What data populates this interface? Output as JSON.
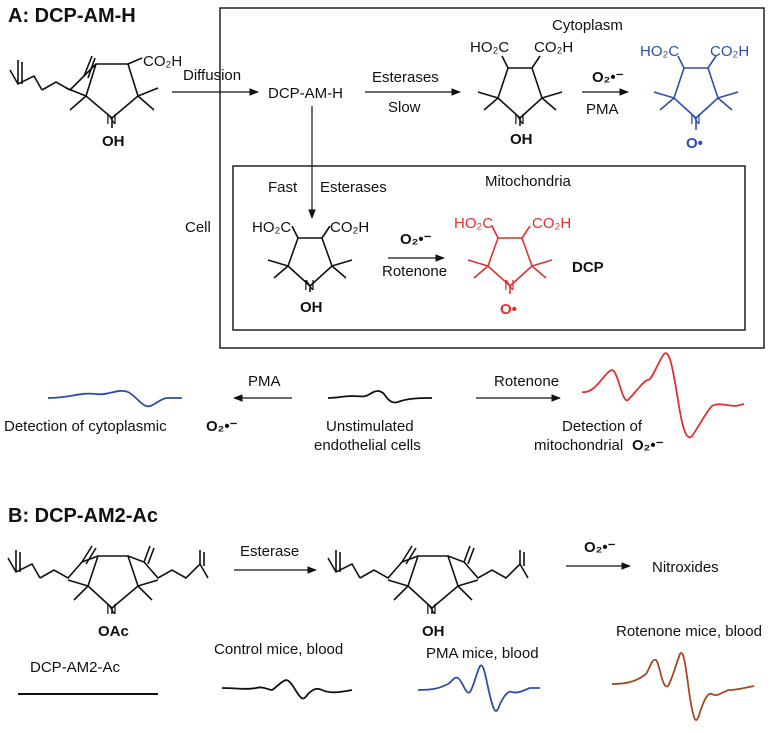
{
  "panel_a": {
    "title": "A: DCP-AM-H",
    "cytoplasm_label": "Cytoplasm",
    "mitochondria_label": "Mitochondria",
    "cell_label": "Cell",
    "diffusion_label": "Diffusion",
    "intermediate": "DCP-AM-H",
    "esterases_label": "Esterases",
    "slow_label": "Slow",
    "pma_label": "PMA",
    "fast_label": "Fast",
    "esterases_label_2": "Esterases",
    "rotenone_label": "Rotenone",
    "dcp_label": "DCP",
    "superoxide": "O₂•⁻",
    "groups": {
      "co2h": "CO₂H",
      "ho2c": "HO₂C",
      "n": "N",
      "oh": "OH",
      "o_radical": "O•"
    },
    "epr": {
      "pma_arrow": "PMA",
      "rotenone_arrow": "Rotenone",
      "unstim_line1": "Unstimulated",
      "unstim_line2": "endothelial cells",
      "cyto_text": "Detection of cytoplasmic",
      "mito_line1": "Detection of",
      "mito_line2": "mitochondrial"
    }
  },
  "panel_b": {
    "title": "B: DCP-AM2-Ac",
    "esterase_label": "Esterase",
    "nitroxides_label": "Nitroxides",
    "oac": "OAc",
    "oh": "OH",
    "n": "N",
    "dcp_am2_ac_label": "DCP-AM2-Ac",
    "control_label": "Control mice, blood",
    "pma_mice_label": "PMA mice, blood",
    "rotenone_mice_label": "Rotenone mice, blood"
  },
  "colors": {
    "black": "#111111",
    "blue": "#2f4fa6",
    "red": "#e03030",
    "brown": "#a44a22"
  }
}
